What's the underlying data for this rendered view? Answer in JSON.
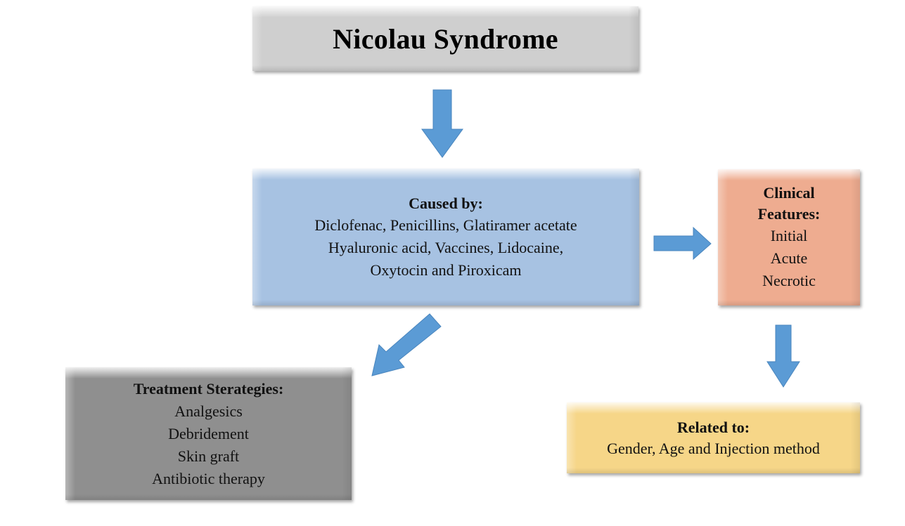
{
  "diagram": {
    "title": "Nicolau Syndrome",
    "nodes": {
      "caused_by": {
        "heading": "Caused by:",
        "lines": [
          "Diclofenac, Penicillins, Glatiramer acetate",
          "Hyaluronic acid, Vaccines, Lidocaine,",
          "Oxytocin and Piroxicam"
        ]
      },
      "clinical_features": {
        "heading_lines": [
          "Clinical",
          "Features:"
        ],
        "lines": [
          "Initial",
          "Acute",
          "Necrotic"
        ]
      },
      "treatment": {
        "heading": "Treatment Sterategies:",
        "lines": [
          "Analgesics",
          "Debridement",
          "Skin graft",
          "Antibiotic therapy"
        ]
      },
      "related_to": {
        "heading": "Related to:",
        "lines": [
          "Gender, Age and Injection method"
        ]
      }
    },
    "edges": [
      {
        "from": "title",
        "to": "caused_by",
        "direction": "down"
      },
      {
        "from": "caused_by",
        "to": "clinical_features",
        "direction": "right"
      },
      {
        "from": "caused_by",
        "to": "treatment",
        "direction": "down-left"
      },
      {
        "from": "clinical_features",
        "to": "related_to",
        "direction": "down"
      }
    ],
    "colors": {
      "title_box": "#cfcfcf",
      "caused_by_box": "#a7c2e2",
      "clinical_box": "#eeac90",
      "treatment_box": "#8f8f8f",
      "related_box": "#f6d688",
      "arrow": "#5b9bd5"
    }
  }
}
